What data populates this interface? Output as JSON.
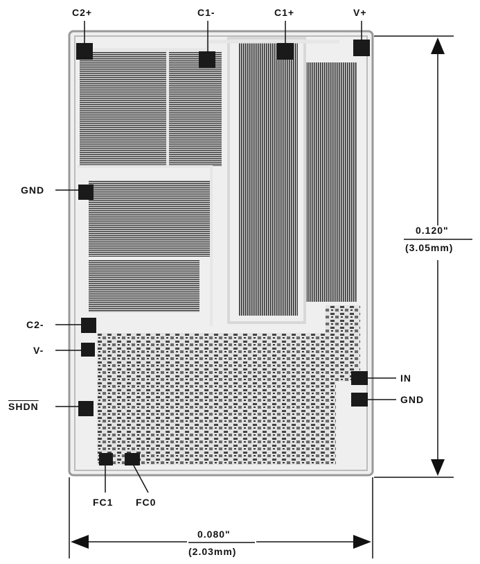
{
  "pins": {
    "c2_plus": "C2+",
    "c1_minus": "C1-",
    "c1_plus": "C1+",
    "v_plus": "V+",
    "gnd_left": "GND",
    "c2_minus": "C2-",
    "v_minus": "V-",
    "shdn": "SHDN",
    "in": "IN",
    "gnd_right": "GND",
    "fc1": "FC1",
    "fc0": "FC0"
  },
  "dimensions": {
    "height_in": "0.120\"",
    "height_mm": "(3.05mm)",
    "width_in": "0.080\"",
    "width_mm": "(2.03mm)"
  },
  "colors": {
    "die_dark": "#2a2a2a",
    "die_mid": "#555555",
    "die_light": "#dcdcdc",
    "line": "#111111"
  }
}
